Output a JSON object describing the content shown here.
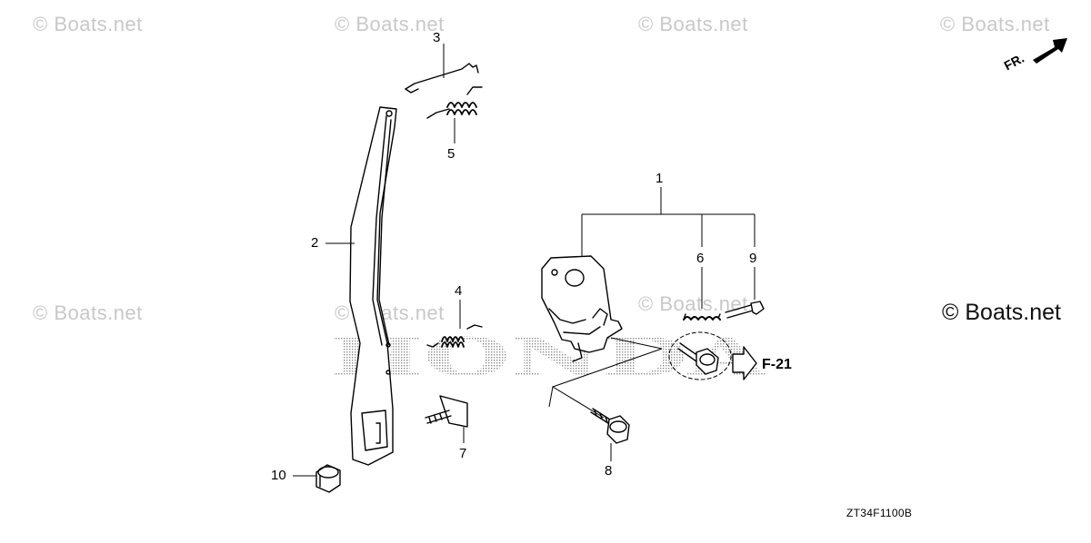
{
  "watermark": {
    "text": "© Boats.net"
  },
  "brand_watermark": "HONDA",
  "callouts": {
    "c1": "1",
    "c2": "2",
    "c3": "3",
    "c4": "4",
    "c5": "5",
    "c6": "6",
    "c7": "7",
    "c8": "8",
    "c9": "9",
    "c10": "10"
  },
  "reference_label": "F-21",
  "front_indicator": "FR.",
  "diagram_code": "ZT34F1100B",
  "colors": {
    "line": "#000000",
    "watermark": "#c8c8c8",
    "dots": "#9a9a9a",
    "background": "#ffffff"
  }
}
